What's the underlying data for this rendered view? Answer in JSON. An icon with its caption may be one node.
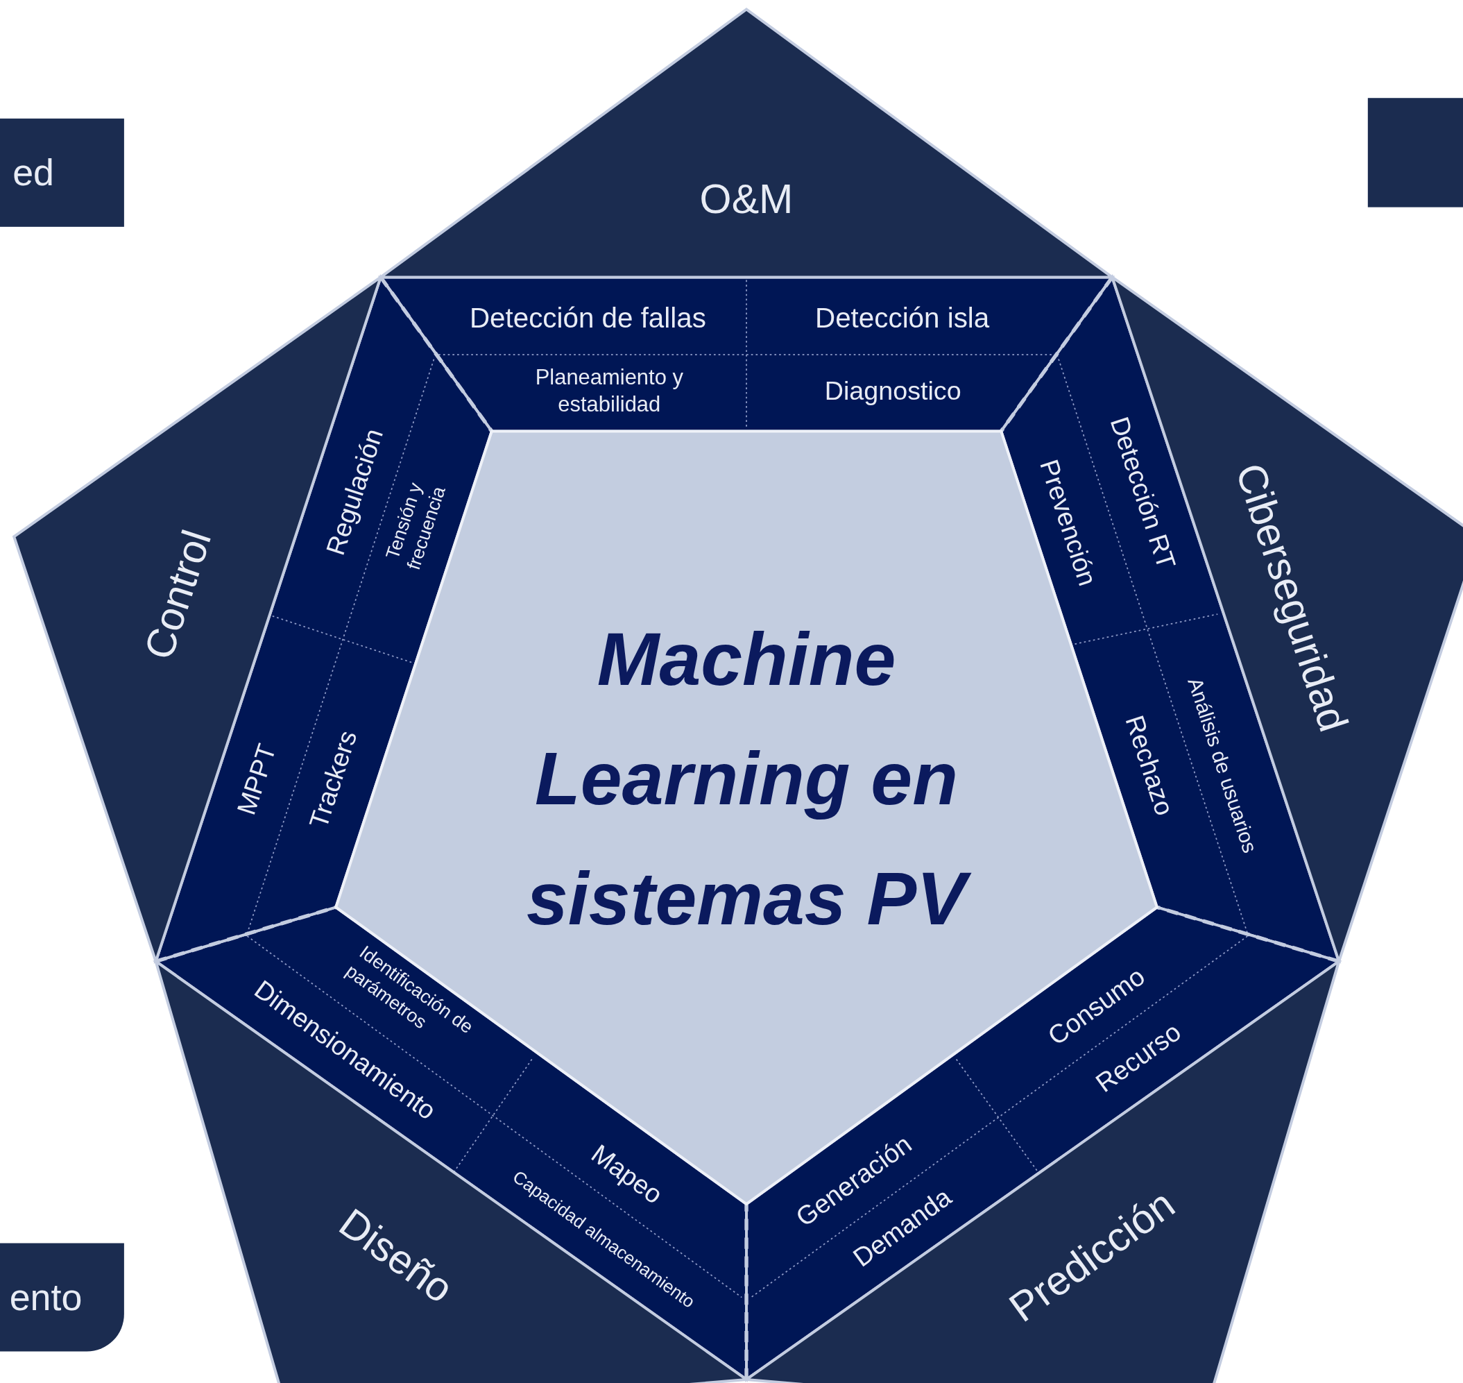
{
  "diagram": {
    "nodes": [
      {
        "text": [
          "ed"
        ]
      },
      {
        "text": [],
        "shape": "box"
      },
      {
        "text": [
          "O&M"
        ]
      },
      {
        "text": [
          "Detección de fallas"
        ]
      },
      {
        "text": [
          "Detección isla"
        ]
      },
      {
        "text": [
          "Planeamiento y estabilidad"
        ]
      },
      {
        "text": [
          "Diagnostico"
        ]
      },
      {
        "text": [
          "Control"
        ]
      },
      {
        "text": [
          "Regulación"
        ]
      },
      {
        "text": [
          "Tensión y frecuencia"
        ]
      },
      {
        "text": [
          "MPPT"
        ]
      },
      {
        "text": [
          "Trackers"
        ]
      },
      {
        "text": [
          "Ciberseguridad"
        ]
      },
      {
        "text": [
          "Detección RT"
        ]
      },
      {
        "text": [
          "Prevención"
        ]
      },
      {
        "text": [
          "Análisis de usuarios"
        ]
      },
      {
        "text": [
          "Rechazo"
        ]
      },
      {
        "text": [
          "Machine Learning en sistemas PV"
        ]
      },
      {
        "text": [
          "Diseño"
        ]
      },
      {
        "text": [
          "Dimensionamiento"
        ]
      },
      {
        "text": [
          "Identificación de parámetros"
        ]
      },
      {
        "text": [
          "Mapeo"
        ]
      },
      {
        "text": [
          "Capacidad almacenamiento"
        ]
      },
      {
        "text": [
          "Predicción"
        ]
      },
      {
        "text": [
          "Consumo"
        ]
      },
      {
        "text": [
          "Recurso"
        ]
      },
      {
        "text": [
          "Generación"
        ]
      },
      {
        "text": [
          "Demanda"
        ]
      },
      {
        "text": [
          "ento"
        ]
      }
    ]
  }
}
